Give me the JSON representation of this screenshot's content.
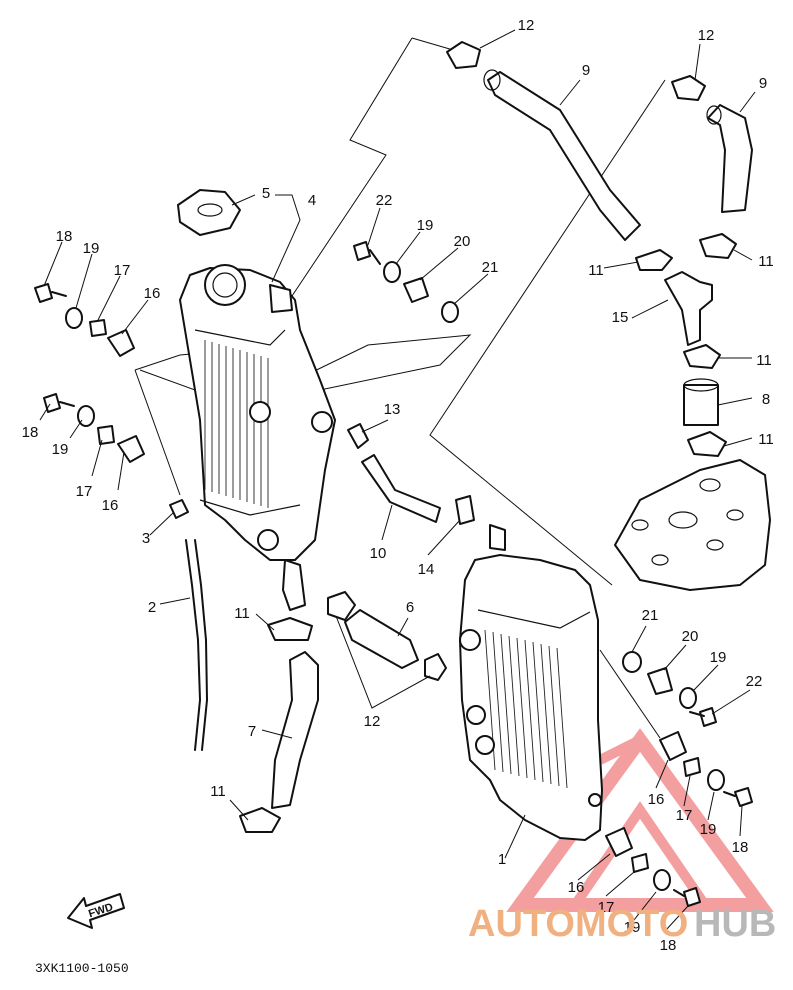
{
  "diagram_code": "3XK1100-1050",
  "fwd_label": "FWD",
  "watermark": {
    "part1": "AUTOMOTO",
    "part2": "HUB",
    "color_main": "#f0a070",
    "color_gray": "#a0a0a0",
    "logo_color": "#f08080"
  },
  "callouts": {
    "c12a": "12",
    "c9a": "9",
    "c12b": "12",
    "c9b": "9",
    "c5": "5",
    "c4": "4",
    "c22a": "22",
    "c19a": "19",
    "c20a": "20",
    "c21a": "21",
    "c18a": "18",
    "c19b": "19",
    "c17a": "17",
    "c16a": "16",
    "c11a": "11",
    "c11b": "11",
    "c15": "15",
    "c11c": "11",
    "c8": "8",
    "c11d": "11",
    "c13": "13",
    "c18b": "18",
    "c19c": "19",
    "c17b": "17",
    "c16b": "16",
    "c3": "3",
    "c10": "10",
    "c14": "14",
    "c2": "2",
    "c11e": "11",
    "c6": "6",
    "c12c": "12",
    "c7": "7",
    "c21b": "21",
    "c20b": "20",
    "c19d": "19",
    "c22b": "22",
    "c16c": "16",
    "c17c": "17",
    "c19e": "19",
    "c18c": "18",
    "c11f": "11",
    "c1": "1",
    "c16d": "16",
    "c17d": "17",
    "c19f": "19",
    "c18d": "18"
  }
}
